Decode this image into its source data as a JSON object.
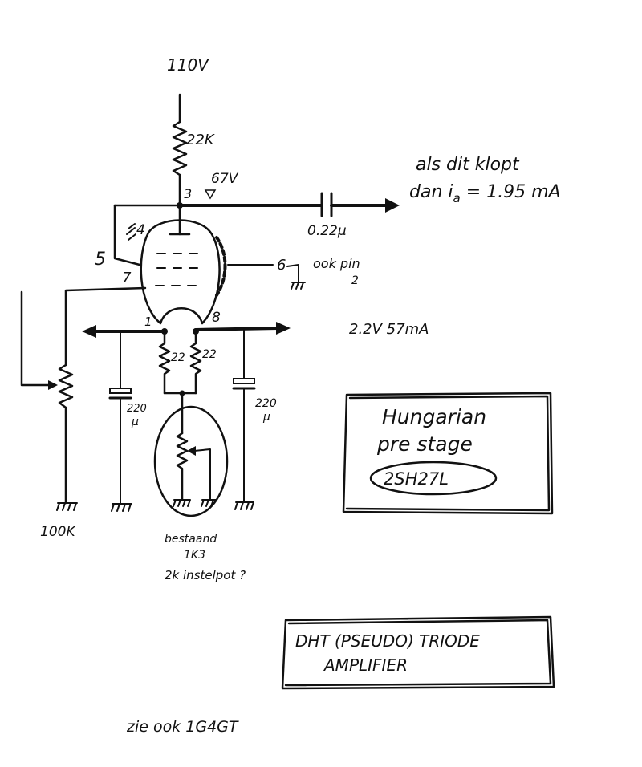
{
  "supply": {
    "voltage": "110V"
  },
  "anode": {
    "resistor": "22K",
    "pin": "3",
    "voltage": "67V"
  },
  "coupling_cap": "0.22μ",
  "note": {
    "line1": "als dit klopt",
    "line2": "dan i",
    "sub": "a",
    "line3": " = 1.95 mA"
  },
  "pins": {
    "p4": "4",
    "p5": "5",
    "p6": "6",
    "p7": "7",
    "p1": "1",
    "p8": "8",
    "p2": "2"
  },
  "pin6_note": "ook pin",
  "filament": {
    "spec": "2.2V 57mA",
    "r_left": "22",
    "r_right": "22",
    "cap_left": "220",
    "cap_left_unit": "μ",
    "cap_right": "220",
    "cap_right_unit": "μ"
  },
  "grid_pot": "100K",
  "trim": {
    "line1": "bestaand",
    "line2": "1K3",
    "line3": "2k instelpot ?"
  },
  "box1": {
    "line1": "Hungarian",
    "line2": "pre stage",
    "tube": "2SH27L"
  },
  "box2": {
    "line1": "DHT (PSEUDO) TRIODE",
    "line2": "AMPLIFIER"
  },
  "footer": "zie ook 1G4GT"
}
